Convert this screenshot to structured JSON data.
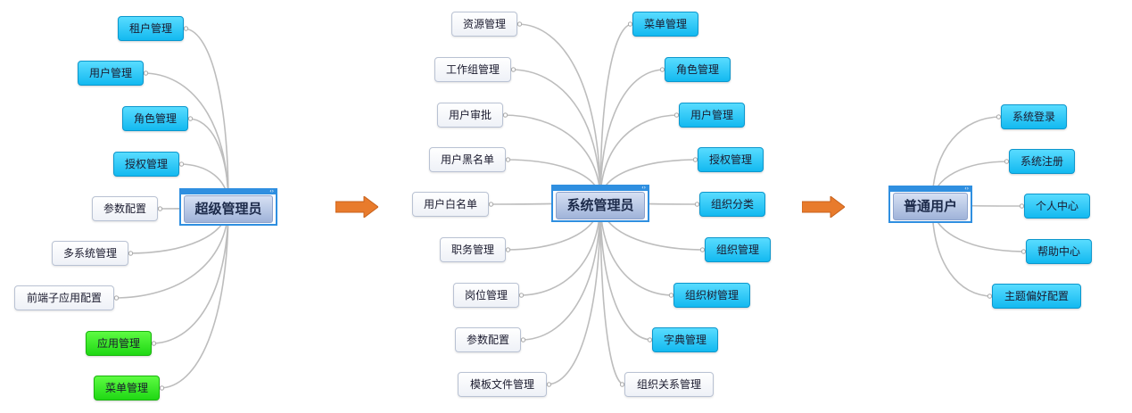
{
  "colors": {
    "connector": "#bdbdbd",
    "arrow": "#e87b2c",
    "central_border": "#2f8fe0",
    "node_blue": "#13b9f0",
    "node_green": "#1fd814",
    "node_gray": "#eef1f7"
  },
  "groups": [
    {
      "central": "超级管理员",
      "children": [
        {
          "label": "租户管理",
          "style": "blue"
        },
        {
          "label": "用户管理",
          "style": "blue"
        },
        {
          "label": "角色管理",
          "style": "blue"
        },
        {
          "label": "授权管理",
          "style": "blue"
        },
        {
          "label": "参数配置",
          "style": "gray"
        },
        {
          "label": "多系统管理",
          "style": "gray"
        },
        {
          "label": "前端子应用配置",
          "style": "gray"
        },
        {
          "label": "应用管理",
          "style": "green"
        },
        {
          "label": "菜单管理",
          "style": "green"
        }
      ]
    },
    {
      "central": "系统管理员",
      "left_children": [
        {
          "label": "资源管理",
          "style": "gray"
        },
        {
          "label": "工作组管理",
          "style": "gray"
        },
        {
          "label": "用户审批",
          "style": "gray"
        },
        {
          "label": "用户黑名单",
          "style": "gray"
        },
        {
          "label": "用户白名单",
          "style": "gray"
        },
        {
          "label": "职务管理",
          "style": "gray"
        },
        {
          "label": "岗位管理",
          "style": "gray"
        },
        {
          "label": "参数配置",
          "style": "gray"
        },
        {
          "label": "模板文件管理",
          "style": "gray"
        }
      ],
      "right_children": [
        {
          "label": "菜单管理",
          "style": "blue"
        },
        {
          "label": "角色管理",
          "style": "blue"
        },
        {
          "label": "用户管理",
          "style": "blue"
        },
        {
          "label": "授权管理",
          "style": "blue"
        },
        {
          "label": "组织分类",
          "style": "blue"
        },
        {
          "label": "组织管理",
          "style": "blue"
        },
        {
          "label": "组织树管理",
          "style": "blue"
        },
        {
          "label": "字典管理",
          "style": "blue"
        },
        {
          "label": "组织关系管理",
          "style": "gray"
        }
      ]
    },
    {
      "central": "普通用户",
      "children": [
        {
          "label": "系统登录",
          "style": "blue"
        },
        {
          "label": "系统注册",
          "style": "blue"
        },
        {
          "label": "个人中心",
          "style": "blue"
        },
        {
          "label": "帮助中心",
          "style": "blue"
        },
        {
          "label": "主题偏好配置",
          "style": "blue"
        }
      ]
    }
  ]
}
